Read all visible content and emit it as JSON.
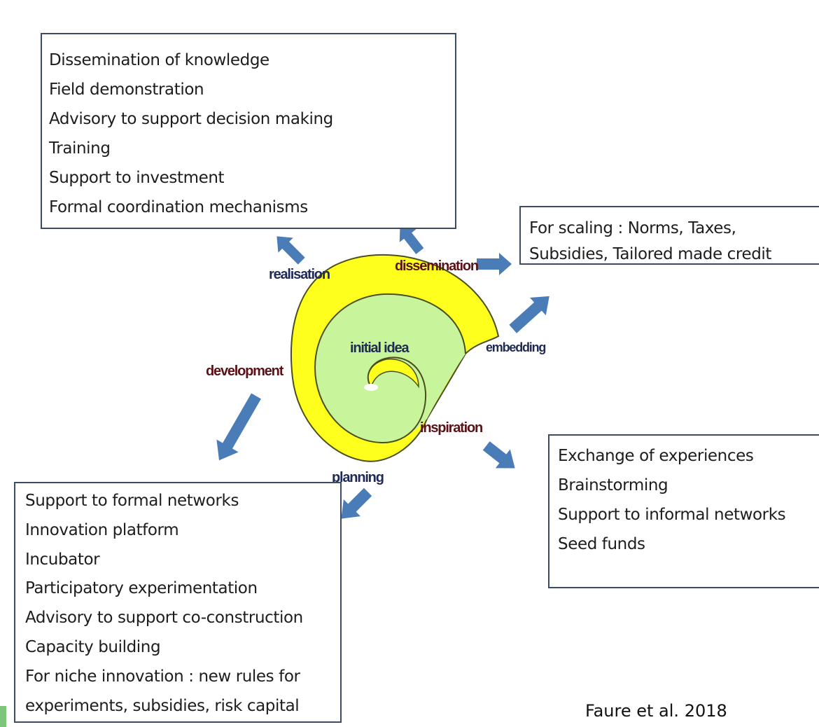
{
  "boxes": {
    "realisation_actions": [
      "Dissemination of knowledge",
      "Field demonstration",
      "Advisory to support decision making",
      "Training",
      "Support to investment",
      "Formal coordination mechanisms"
    ],
    "embedding_actions": [
      "For scaling : Norms, Taxes,",
      "Subsidies, Tailored made credit"
    ],
    "planning_actions": [
      "Support to formal networks",
      "Innovation platform",
      "Incubator",
      "Participatory experimentation",
      "Advisory to support co-construction",
      "Capacity building",
      "For niche innovation : new rules for",
      "experiments, subsidies, risk capital"
    ],
    "inspiration_actions": [
      "Exchange of experiences",
      "Brainstorming",
      "Support to informal networks",
      "Seed funds"
    ]
  },
  "spiral": {
    "center_label": "initial idea",
    "stages": {
      "realisation": "realisation",
      "dissemination": "dissemination",
      "embedding": "embedding",
      "development": "development",
      "inspiration": "inspiration",
      "planning": "planning"
    },
    "colors": {
      "outer_band": "#ffff1e",
      "inner_fill": "#c8f59c",
      "outline": "#4a4f1c",
      "arrow": "#4a7cb8",
      "label_dark_red": "#5a1218",
      "label_navy": "#1f2a55"
    }
  },
  "citation": "Faure et al. 2018"
}
